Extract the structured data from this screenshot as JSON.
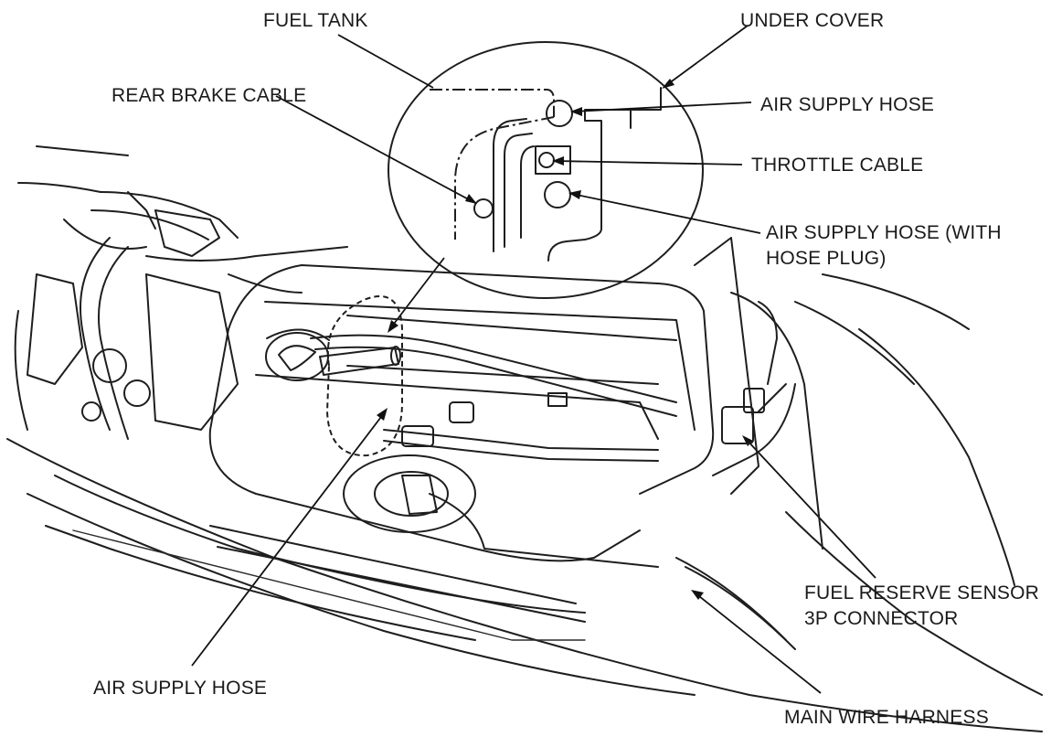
{
  "labels": {
    "fuel_tank": "FUEL TANK",
    "under_cover": "UNDER COVER",
    "rear_brake_cable": "REAR BRAKE CABLE",
    "air_supply_hose_top": "AIR SUPPLY HOSE",
    "throttle_cable": "THROTTLE CABLE",
    "air_supply_hose_plug_line1": "AIR SUPPLY HOSE (WITH",
    "air_supply_hose_plug_line2": "HOSE PLUG)",
    "fuel_reserve_line1": "FUEL RESERVE SENSOR",
    "fuel_reserve_line2": "3P CONNECTOR",
    "air_supply_hose_bottom": "AIR SUPPLY HOSE",
    "main_wire_harness": "MAIN WIRE HARNESS"
  },
  "colors": {
    "ink": "#1e1e1e",
    "background": "#ffffff"
  }
}
